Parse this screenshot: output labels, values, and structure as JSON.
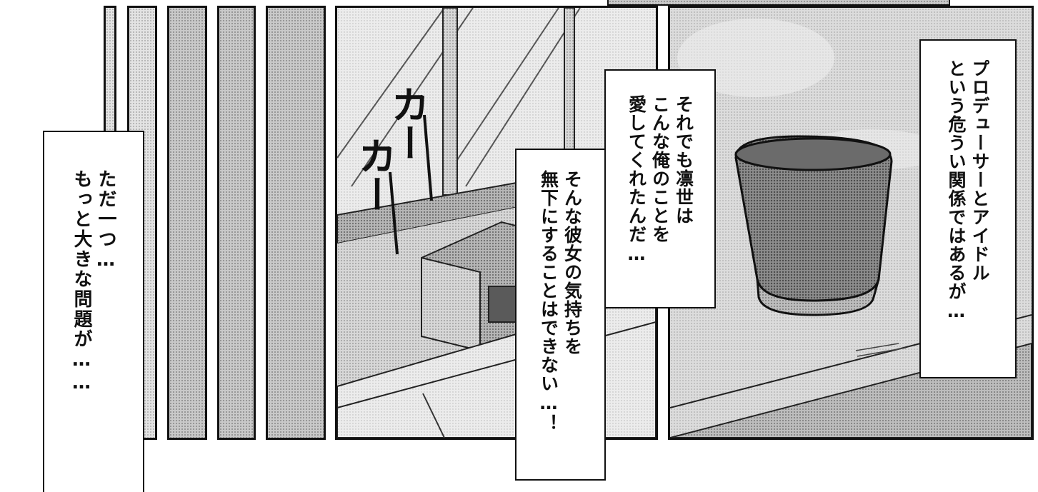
{
  "captions": {
    "left": {
      "line1": "ただ一つ…",
      "line2": "もっと大きな問題が……"
    },
    "middle_top": {
      "line1": "それでも凛世は",
      "line2": "こんな俺のことを",
      "line3": "愛してくれたんだ…"
    },
    "middle_bottom": {
      "line1": "そんな彼女の気持ちを",
      "line2": "無下にすることはできない…！"
    },
    "right": {
      "line1": "プロデューサーとアイドル",
      "line2": "という危うい関係ではあるが…"
    }
  },
  "sfx": {
    "first": "カー",
    "second": "カー"
  },
  "colors": {
    "ink": "#111111",
    "screentone": "#c9c9c9",
    "paper": "#ffffff"
  }
}
